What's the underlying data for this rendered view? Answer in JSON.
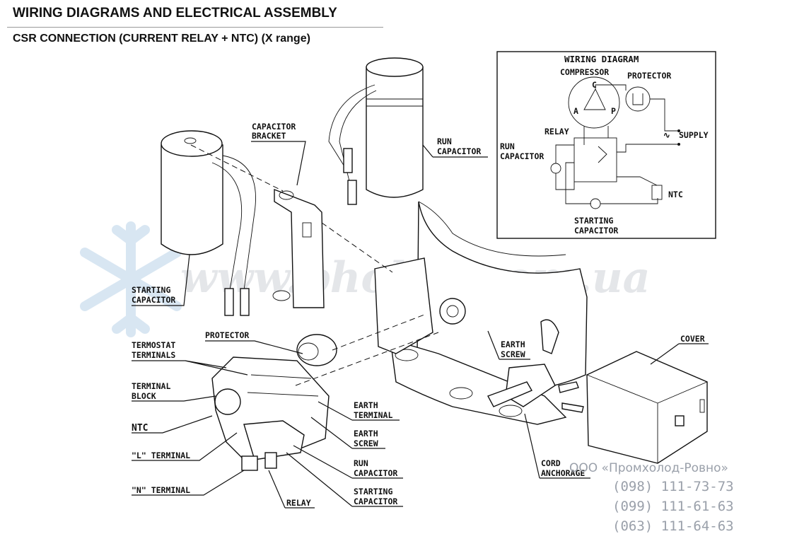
{
  "header": {
    "title": "WIRING DIAGRAMS AND ELECTRICAL ASSEMBLY",
    "subtitle": "CSR CONNECTION (CURRENT RELAY + NTC) (X range)"
  },
  "labels": {
    "capacitor_bracket_1": "CAPACITOR",
    "capacitor_bracket_2": "BRACKET",
    "run_capacitor_1": "RUN",
    "run_capacitor_2": "CAPACITOR",
    "starting_capacitor_1": "STARTING",
    "starting_capacitor_2": "CAPACITOR",
    "protector": "PROTECTOR",
    "termostat_terminals_1": "TERMOSTAT",
    "termostat_terminals_2": "TERMINALS",
    "terminal_block_1": "TERMINAL",
    "terminal_block_2": "BLOCK",
    "ntc": "NTC",
    "l_terminal": "\"L\" TERMINAL",
    "n_terminal": "\"N\" TERMINAL",
    "relay": "RELAY",
    "earth_terminal_1": "EARTH",
    "earth_terminal_2": "TERMINAL",
    "earth_screw_a_1": "EARTH",
    "earth_screw_a_2": "SCREW",
    "earth_screw_b_1": "EARTH",
    "earth_screw_b_2": "SCREW",
    "run_capacitor_b_1": "RUN",
    "run_capacitor_b_2": "CAPACITOR",
    "starting_capacitor_b_1": "STARTING",
    "starting_capacitor_b_2": "CAPACITOR",
    "cord_anchorage_1": "CORD",
    "cord_anchorage_2": "ANCHORAGE",
    "cover": "COVER"
  },
  "wiring_diagram": {
    "title": "WIRING DIAGRAM",
    "compressor": "COMPRESSOR",
    "protector": "PROTECTOR",
    "relay": "RELAY",
    "supply": "SUPPLY",
    "run_capacitor_1": "RUN",
    "run_capacitor_2": "CAPACITOR",
    "ntc": "NTC",
    "starting_capacitor_1": "STARTING",
    "starting_capacitor_2": "CAPACITOR",
    "terminal_c": "C",
    "terminal_a": "A",
    "terminal_p": "P"
  },
  "watermark": {
    "site": "www.pholod.com.ua",
    "company": "ООО «Промхолод-Ровно»",
    "phones": [
      "(098) 111-73-73",
      "(099) 111-61-63",
      "(063) 111-64-63"
    ]
  }
}
